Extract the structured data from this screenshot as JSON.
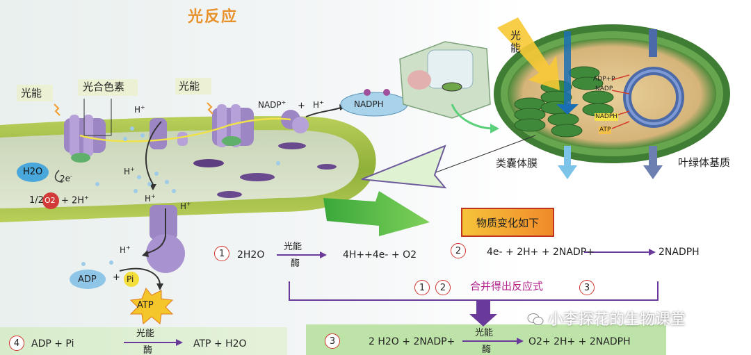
{
  "title": "光反应",
  "labels": {
    "light_left": "光能",
    "pigment": "光合色素",
    "light_mid": "光能",
    "light_right": "光能",
    "nadp_plus": "NADP",
    "plus_sign": "+",
    "h_plus": "H",
    "nadph": "NADPH",
    "thylakoid": "类囊体膜",
    "stroma": "叶绿体基质",
    "adp_p": "ADP+P",
    "nadp_small": "NADP",
    "nadph_small": "NADPH",
    "atp_small": "ATP"
  },
  "left_side": {
    "h2o": "H2O",
    "two_e": "2e",
    "half_o2": "1/2",
    "o2": "O2",
    "plus_2h": "+ 2H",
    "h1": "H",
    "h2": "H",
    "h3": "H",
    "h4": "H",
    "h5": "H",
    "adp": "ADP",
    "plus": "+",
    "pi": "Pi",
    "atp": "ATP"
  },
  "summary_box": "物质变化如下",
  "equations": {
    "eq1": {
      "num": "1",
      "left": "2H2O",
      "top": "光能",
      "bottom": "酶",
      "right": "4H++4e- + O2"
    },
    "eq2": {
      "num": "2",
      "left": "4e- + 2H+ + 2NADP+",
      "right": "2NADPH"
    },
    "merge": {
      "num1": "1",
      "num2": "2",
      "text": "合并得出反应式",
      "num3": "3"
    },
    "eq3": {
      "num": "3",
      "left": "2 H2O + 2NADP+",
      "top": "光能",
      "bottom": "酶",
      "right": "O2+ 2H+ + 2NADPH"
    },
    "eq4": {
      "num": "4",
      "left": "ADP + Pi",
      "top": "光能",
      "bottom": "酶",
      "right": "ATP + H2O"
    }
  },
  "watermark": "小李探花的生物课堂",
  "colors": {
    "membrane_green": "#8fb03a",
    "protein_purple": "#9c86c4",
    "title_orange": "#e8912a",
    "circle_red": "#d0342c",
    "arrow_purple": "#6a3a9a",
    "eq_band_green": "#c9e6b8"
  }
}
